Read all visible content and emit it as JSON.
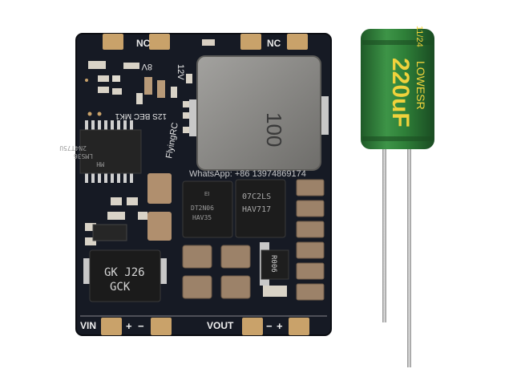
{
  "board": {
    "top_labels": [
      "NC",
      "NC"
    ],
    "silk_brand": "FlyingRC",
    "silk_model": "12S BEC MK1",
    "silk_out": "12V",
    "silk_in": "8V",
    "inductor_code": "100",
    "ic_left": {
      "line1": "2N4T75U",
      "line2": "LMS36",
      "line3": "MH"
    },
    "mosfet_a": {
      "line1": "EI",
      "line2": "DT2N06",
      "line3": "HAV35"
    },
    "mosfet_b": {
      "line1": "07C2LS",
      "line2": "HAV717"
    },
    "diode": {
      "line1": "GK J26",
      "line2": "GCK"
    },
    "resistor": "R006",
    "vin_label": "VIN",
    "vout_label": "VOUT",
    "plus": "+",
    "minus": "−",
    "watermark": "WhatsApp: +86 13974869174"
  },
  "capacitor": {
    "value": "220uF",
    "line2": "LOWESR",
    "line3": "11/24"
  },
  "colors": {
    "pcb": "#161a24",
    "pad": "#c9a26a",
    "cap_body": "#2f7a3a",
    "cap_text": "#f0d23c",
    "inductor": "#8a8987"
  }
}
